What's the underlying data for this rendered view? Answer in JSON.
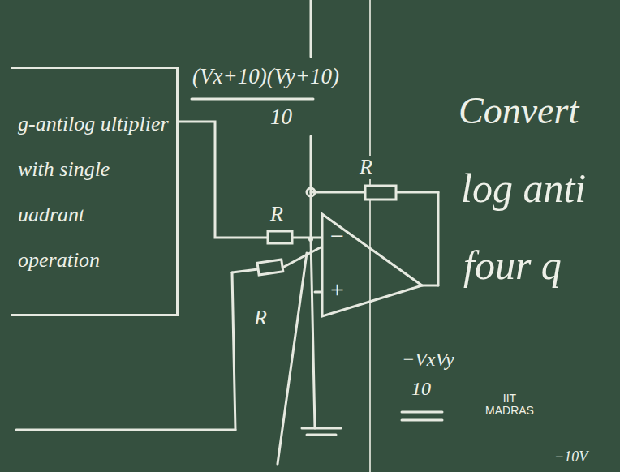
{
  "diagram": {
    "nodes": [
      {
        "text": [
          "g-antilog ultiplier with single uadrant operation"
        ]
      },
      {
        "text": [
          "−",
          "+"
        ]
      }
    ],
    "edges": [
      {
        "from": 0,
        "to": 1,
        "arrow": "none"
      }
    ],
    "labels": [
      "(Vx+10)(Vy+10)",
      "10",
      "R",
      "R",
      "R",
      "−VxVy",
      "10",
      "Convert",
      "log anti",
      "four q",
      "IIT MADRAS",
      "−10V"
    ]
  }
}
